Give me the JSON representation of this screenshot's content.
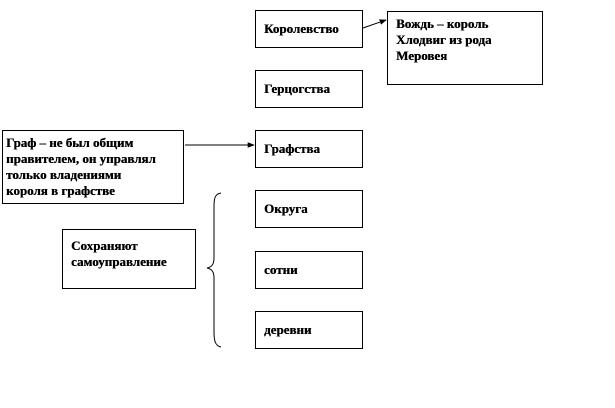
{
  "diagram": {
    "nodes": {
      "kingdom": "Королевство",
      "duchies": "Герцогства",
      "counties": "Графства",
      "districts": "Округа",
      "hundreds": "сотни",
      "villages": "деревни",
      "leader": "Вождь – король\nХлодвиг из рода\nМеровея",
      "count": "Граф – не был общим\nправителем, он управлял\nтолько владениями\nкороля в графстве",
      "selfgov": "Сохраняют\nсамоуправление"
    },
    "edges": [
      {
        "from": "kingdom",
        "to": "leader",
        "style": "arrow"
      },
      {
        "from": "count",
        "to": "counties",
        "style": "arrow"
      },
      {
        "from": "districts",
        "to": "selfgov",
        "style": "brace"
      }
    ],
    "colors": {
      "line": "#000000",
      "box_fill": "#ffffff",
      "text": "#000000"
    }
  }
}
